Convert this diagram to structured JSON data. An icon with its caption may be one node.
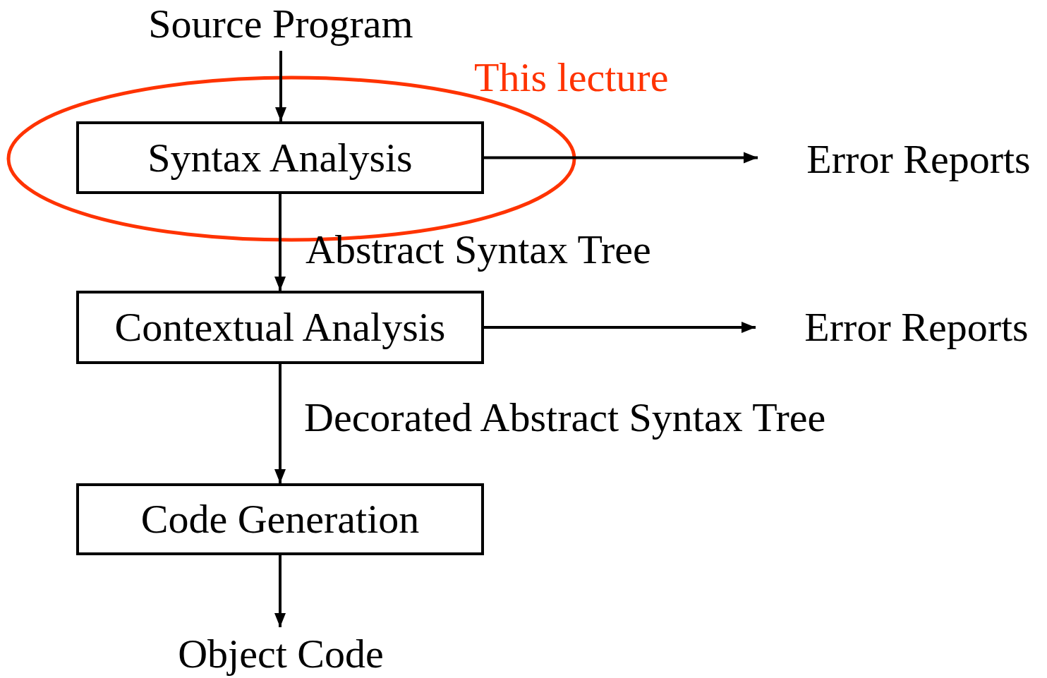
{
  "diagram": {
    "nodes": [
      {
        "text": [
          "Source Program"
        ]
      },
      {
        "text": [
          "Syntax Analysis"
        ]
      },
      {
        "text": [
          "Error Reports"
        ]
      },
      {
        "text": [
          "Contextual Analysis"
        ]
      },
      {
        "text": [
          "Error Reports"
        ]
      },
      {
        "text": [
          "Code Generation"
        ]
      },
      {
        "text": [
          "Object Code"
        ]
      }
    ],
    "edges": [
      {
        "from": 0,
        "to": 1,
        "arrow": "to"
      },
      {
        "from": 1,
        "to": 2,
        "arrow": "to"
      },
      {
        "from": 1,
        "to": 3,
        "arrow": "to",
        "label": "Abstract Syntax Tree"
      },
      {
        "from": 3,
        "to": 4,
        "arrow": "to"
      },
      {
        "from": 3,
        "to": 5,
        "arrow": "to",
        "label": "Decorated Abstract Syntax Tree"
      },
      {
        "from": 5,
        "to": 6,
        "arrow": "to"
      }
    ],
    "labels": [
      "This lecture"
    ]
  }
}
